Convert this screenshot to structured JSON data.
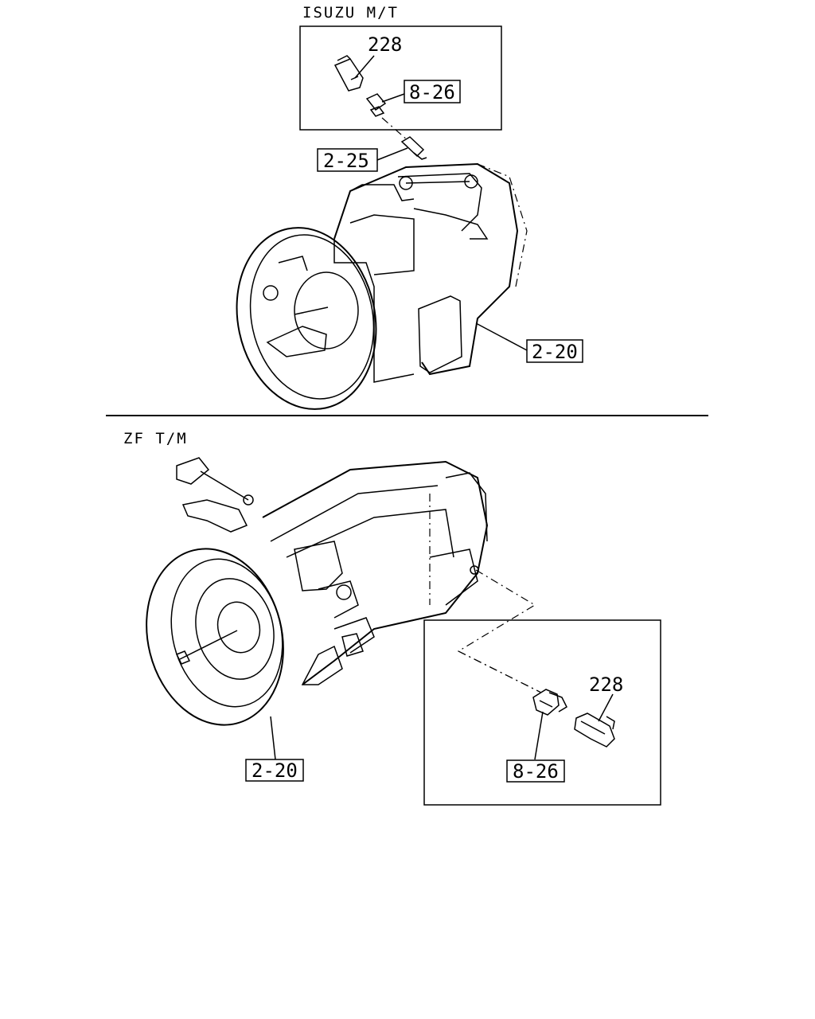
{
  "sections": {
    "top": {
      "title": "ISUZU M/T"
    },
    "bottom": {
      "title": "ZF T/M"
    }
  },
  "callouts": {
    "top_228": "228",
    "top_8_26": "8-26",
    "top_2_25": "2-25",
    "top_2_20": "2-20",
    "bottom_228": "228",
    "bottom_8_26": "8-26",
    "bottom_2_20": "2-20"
  }
}
